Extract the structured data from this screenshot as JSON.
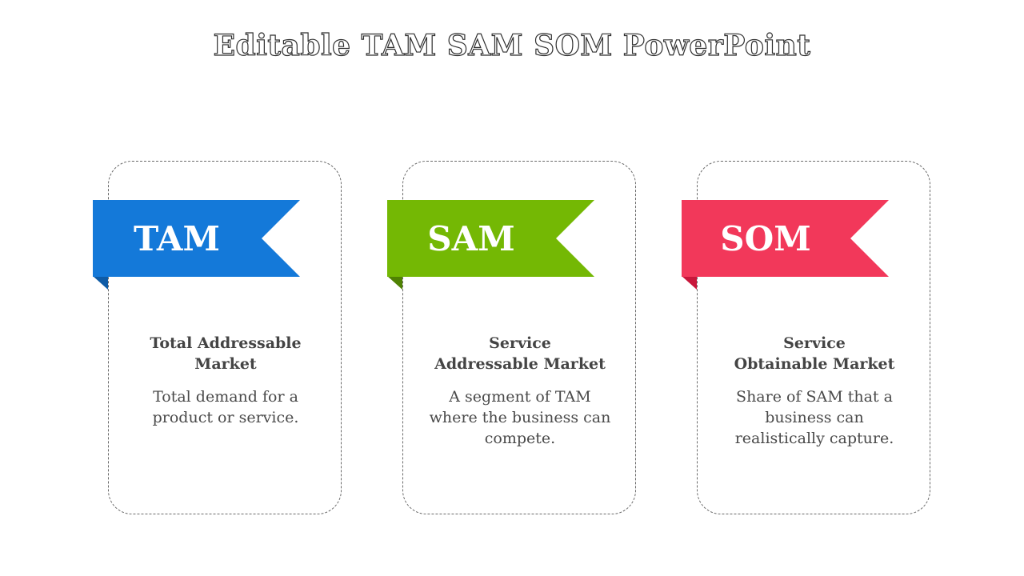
{
  "title": "Editable TAM SAM SOM PowerPoint",
  "cards": [
    {
      "label": "TAM",
      "heading_line1": "Total Addressable",
      "heading_line2": "Market",
      "description": "Total demand for a product or service.",
      "color": "#1479D9",
      "fold_color": "#0E5BA6"
    },
    {
      "label": "SAM",
      "heading_line1": "Service",
      "heading_line2": "Addressable Market",
      "description": "A segment of TAM where the business can compete.",
      "color": "#74B804",
      "fold_color": "#4F8203"
    },
    {
      "label": "SOM",
      "heading_line1": "Service",
      "heading_line2": "Obtainable Market",
      "description": "Share of SAM that a business can realistically capture.",
      "color": "#F2385A",
      "fold_color": "#C8173B"
    }
  ]
}
